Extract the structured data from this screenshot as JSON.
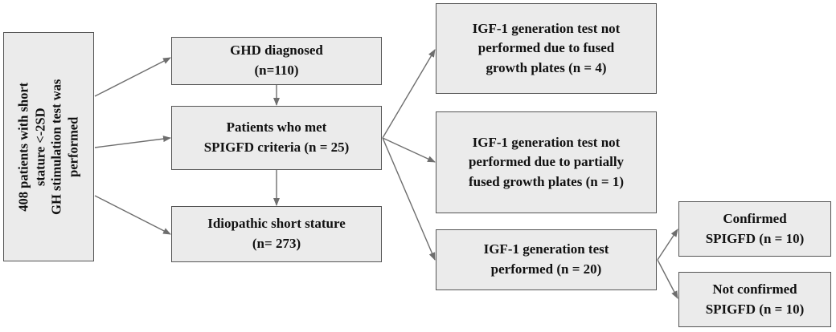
{
  "boxes": {
    "source": {
      "lines": [
        "408 patients with short",
        "stature <-2SD",
        "GH stimulation test was",
        "performed"
      ]
    },
    "ghd": {
      "lines": [
        "GHD diagnosed",
        "(n=110)"
      ]
    },
    "spigfd": {
      "lines": [
        "Patients who met",
        "SPIGFD criteria (n = 25)"
      ]
    },
    "iss": {
      "lines": [
        "Idiopathic short stature",
        "(n= 273)"
      ]
    },
    "fused": {
      "lines": [
        "IGF-1 generation test not",
        "performed due to fused",
        "growth plates (n = 4)"
      ]
    },
    "partial": {
      "lines": [
        "IGF-1 generation test not",
        "performed due to partially",
        "fused growth plates (n = 1)"
      ]
    },
    "performed": {
      "lines": [
        "IGF-1 generation test",
        "performed (n = 20)"
      ]
    },
    "confirmed": {
      "lines": [
        "Confirmed",
        "SPIGFD (n = 10)"
      ]
    },
    "not_confirmed": {
      "lines": [
        "Not confirmed",
        "SPIGFD (n = 10)"
      ]
    }
  },
  "colors": {
    "box_fill": "#ebebeb",
    "box_border": "#555555",
    "arrow": "#6e6e6e",
    "text": "#111111"
  }
}
